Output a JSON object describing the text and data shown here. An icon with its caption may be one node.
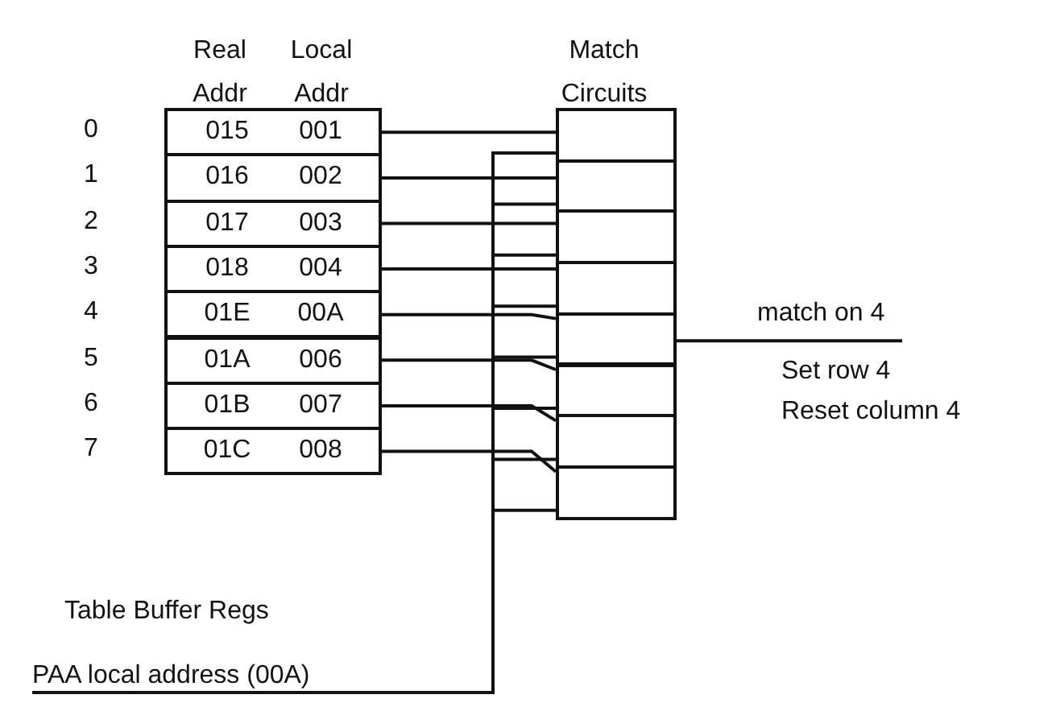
{
  "diagram": {
    "nodes": [
      {
        "text": [
          "Real Addr",
          "Local Addr"
        ]
      },
      {
        "text": [
          "015",
          "001"
        ],
        "in": 0
      },
      {
        "text": [
          "016",
          "002"
        ],
        "in": 0
      },
      {
        "text": [
          "017",
          "003"
        ],
        "in": 0
      },
      {
        "text": [
          "018",
          "004"
        ],
        "in": 0
      },
      {
        "text": [
          "01E",
          "00A"
        ],
        "in": 0
      },
      {
        "text": [
          "01A",
          "006"
        ],
        "in": 0
      },
      {
        "text": [
          "01B",
          "007"
        ],
        "in": 0
      },
      {
        "text": [
          "01C",
          "008"
        ],
        "in": 0
      },
      {
        "text": [
          "Match Circuits"
        ]
      },
      {
        "text": [],
        "shape": "box",
        "in": 9
      },
      {
        "text": [],
        "shape": "box",
        "in": 9
      },
      {
        "text": [],
        "shape": "box",
        "in": 9
      },
      {
        "text": [],
        "shape": "box",
        "in": 9
      },
      {
        "text": [],
        "shape": "box",
        "in": 9
      },
      {
        "text": [],
        "shape": "box",
        "in": 9
      },
      {
        "text": [],
        "shape": "box",
        "in": 9
      },
      {
        "text": [],
        "shape": "box",
        "in": 9
      },
      {
        "text": [
          "PAA local address (00A)"
        ]
      }
    ],
    "edges": [
      {
        "from": 1,
        "to": 10,
        "arrow": "none"
      },
      {
        "from": 2,
        "to": 11,
        "arrow": "none"
      },
      {
        "from": 3,
        "to": 12,
        "arrow": "none"
      },
      {
        "from": 4,
        "to": 13,
        "arrow": "none"
      },
      {
        "from": 5,
        "to": 14,
        "arrow": "none"
      },
      {
        "from": 6,
        "to": 15,
        "arrow": "none"
      },
      {
        "from": 7,
        "to": 16,
        "arrow": "none"
      },
      {
        "from": 8,
        "to": 17,
        "arrow": "none"
      },
      {
        "from": 18,
        "to": 10,
        "arrow": "none"
      },
      {
        "from": 18,
        "to": 11,
        "arrow": "none"
      },
      {
        "from": 18,
        "to": 12,
        "arrow": "none"
      },
      {
        "from": 18,
        "to": 13,
        "arrow": "none"
      },
      {
        "from": 18,
        "to": 14,
        "arrow": "none"
      },
      {
        "from": 18,
        "to": 15,
        "arrow": "none"
      },
      {
        "from": 18,
        "to": 16,
        "arrow": "none"
      },
      {
        "from": 18,
        "to": 17,
        "arrow": "none"
      },
      {
        "from": 14,
        "to": null,
        "arrow": "none",
        "label": "match on 4"
      }
    ],
    "labels": [
      "0",
      "1",
      "2",
      "3",
      "4",
      "5",
      "6",
      "7",
      "Set row 4",
      "Reset column 4",
      "Table Buffer Regs"
    ]
  }
}
